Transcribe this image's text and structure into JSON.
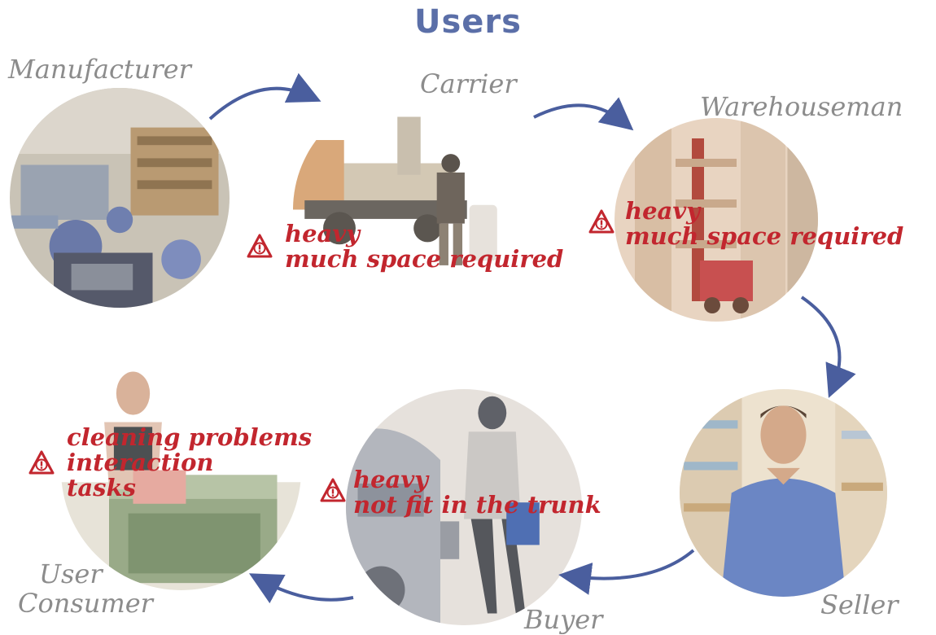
{
  "title": "Users",
  "roles": {
    "manufacturer": "Manufacturer",
    "carrier": "Carrier",
    "warehouseman": "Warehouseman",
    "seller": "Seller",
    "buyer": "Buyer",
    "consumer_line1": "User",
    "consumer_line2": "Consumer"
  },
  "warnings": {
    "carrier": [
      "heavy",
      "much space required"
    ],
    "warehouseman": [
      "heavy",
      "much space required"
    ],
    "buyer": [
      "heavy",
      "not fit in the trunk"
    ],
    "consumer": [
      "cleaning problems",
      "interaction",
      "tasks"
    ]
  },
  "colors": {
    "title": "#5b6fa8",
    "arrow": "#4a5e9e",
    "warning": "#c2262e",
    "role_label": "#8c8c8c"
  },
  "icons": {
    "warning": "warning-circle-exclamation-icon",
    "arrow": "curved-arrow-icon"
  }
}
